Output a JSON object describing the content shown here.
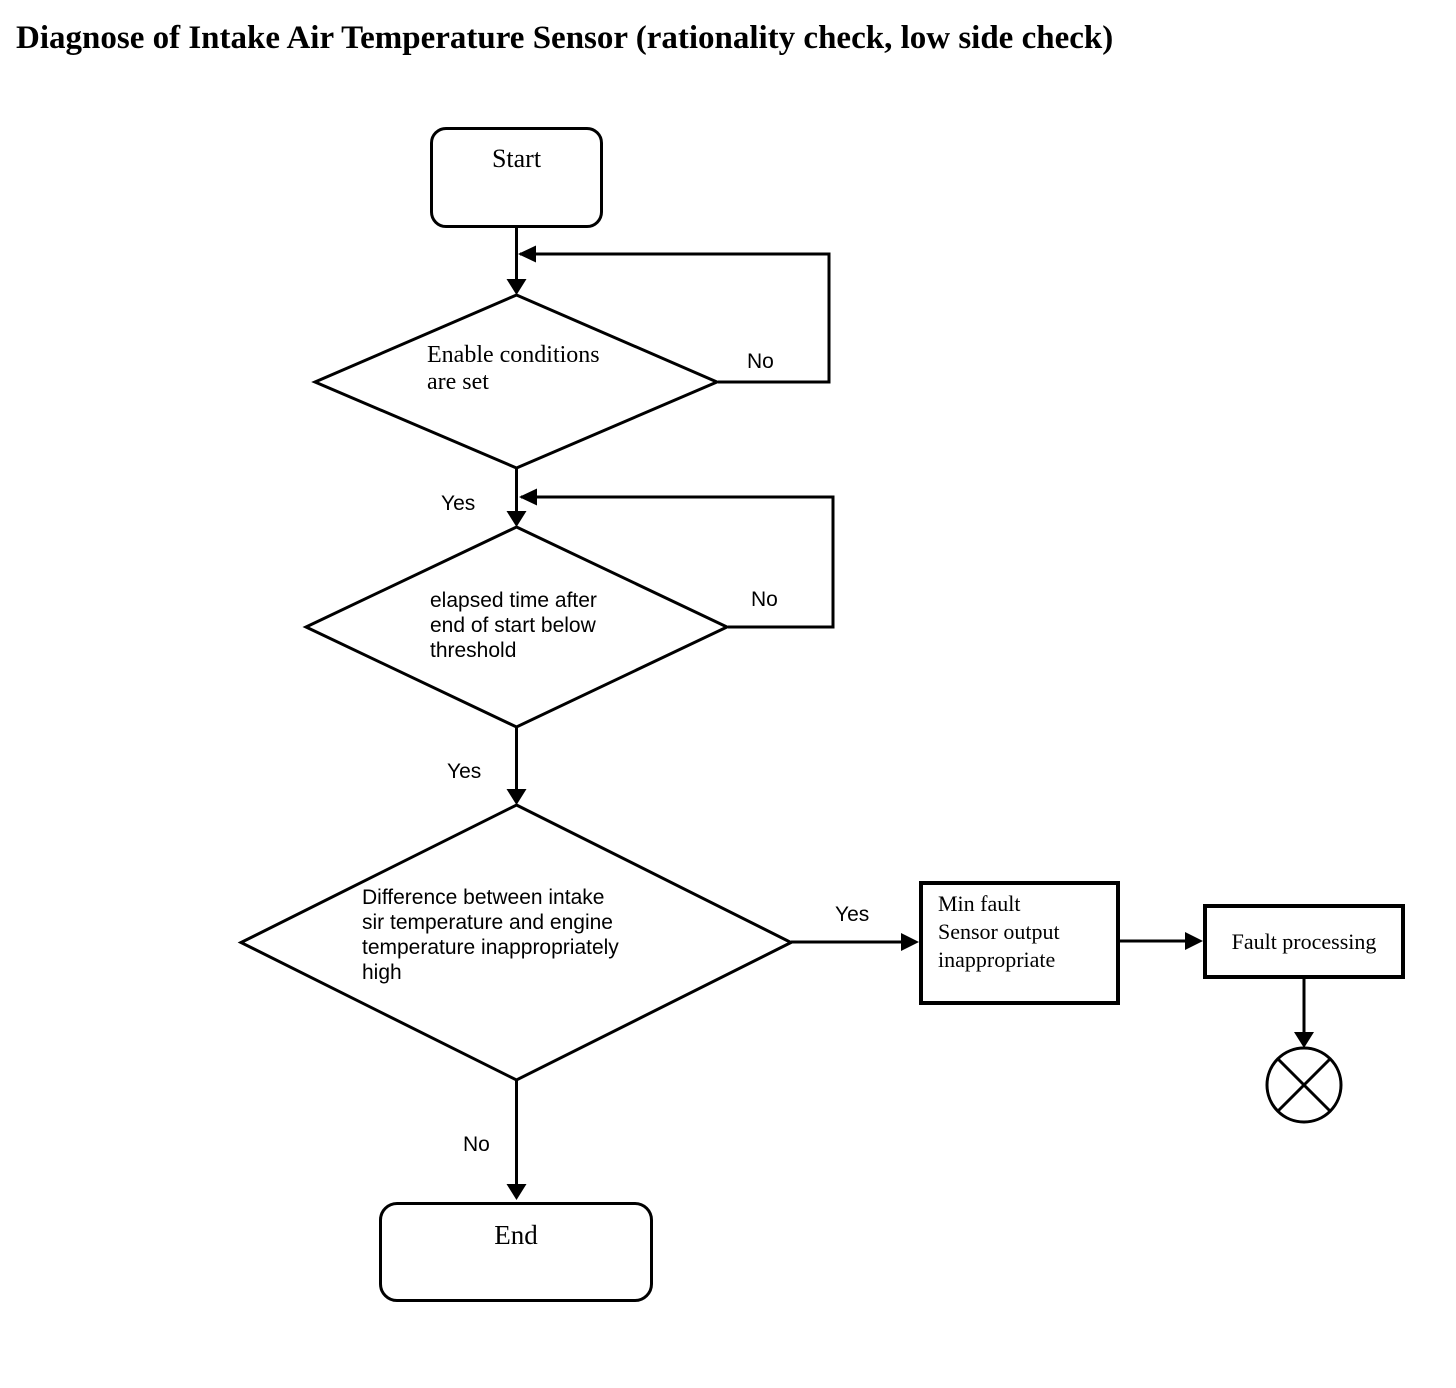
{
  "title": "Diagnose of Intake Air Temperature Sensor (rationality check, low side check)",
  "nodes": {
    "start": "Start",
    "decision_enable": "Enable conditions\nare set",
    "decision_elapsed": "elapsed time after\nend of start below\nthreshold",
    "decision_difference": "Difference between intake\nsir temperature and engine\ntemperature inappropriately\nhigh",
    "min_fault": "Min fault\nSensor output\ninappropriate",
    "fault_processing": "Fault processing",
    "end": "End"
  },
  "labels": {
    "d1_no": "No",
    "d1_yes": "Yes",
    "d2_no": "No",
    "d2_yes": "Yes",
    "d3_yes": "Yes",
    "d3_no": "No"
  },
  "colors": {
    "line": "#000000",
    "text": "#000000",
    "background": "#ffffff"
  }
}
